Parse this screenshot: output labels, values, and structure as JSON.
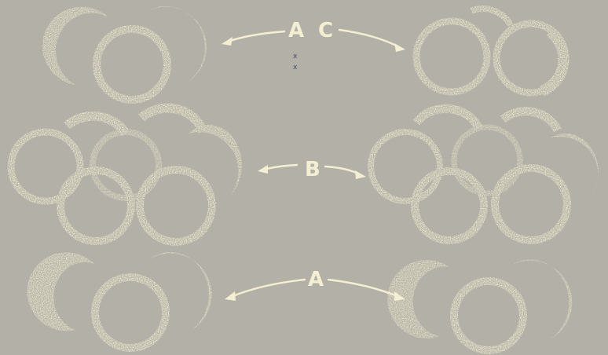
{
  "labels": {
    "a": "A",
    "b": "B",
    "c": "C",
    "pen_marks": [
      "x",
      "x"
    ]
  },
  "colors": {
    "background": "#b3b1a7",
    "figure": "#f4efd2",
    "pen": "#3d4a6b"
  }
}
